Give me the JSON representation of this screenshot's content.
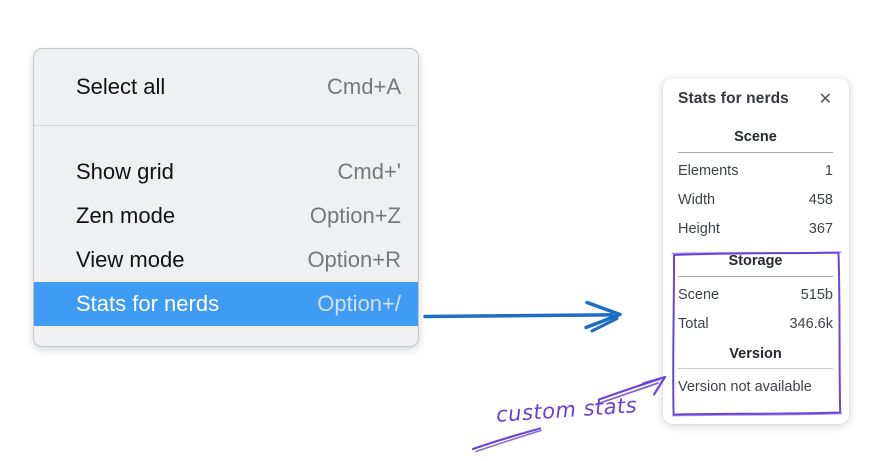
{
  "context_menu": {
    "sections": [
      {
        "items": [
          {
            "label": "Select all",
            "shortcut": "Cmd+A"
          }
        ]
      },
      {
        "items": [
          {
            "label": "Show grid",
            "shortcut": "Cmd+'"
          },
          {
            "label": "Zen mode",
            "shortcut": "Option+Z"
          },
          {
            "label": "View mode",
            "shortcut": "Option+R"
          },
          {
            "label": "Stats for nerds",
            "shortcut": "Option+/",
            "selected": true
          }
        ]
      }
    ],
    "highlight_color": "#3f9bf4"
  },
  "stats_panel": {
    "title": "Stats for nerds",
    "close_icon": "✕",
    "sections": [
      {
        "heading": "Scene",
        "rows": [
          {
            "label": "Elements",
            "value": "1"
          },
          {
            "label": "Width",
            "value": "458"
          },
          {
            "label": "Height",
            "value": "367"
          }
        ]
      },
      {
        "heading": "Storage",
        "rows": [
          {
            "label": "Scene",
            "value": "515b"
          },
          {
            "label": "Total",
            "value": "346.6k"
          }
        ]
      },
      {
        "heading": "Version",
        "note": "Version not available"
      }
    ]
  },
  "annotations": {
    "label": "custom stats",
    "violet_color": "#6b45d8",
    "arrow_blue_color": "#1b6ec2"
  }
}
